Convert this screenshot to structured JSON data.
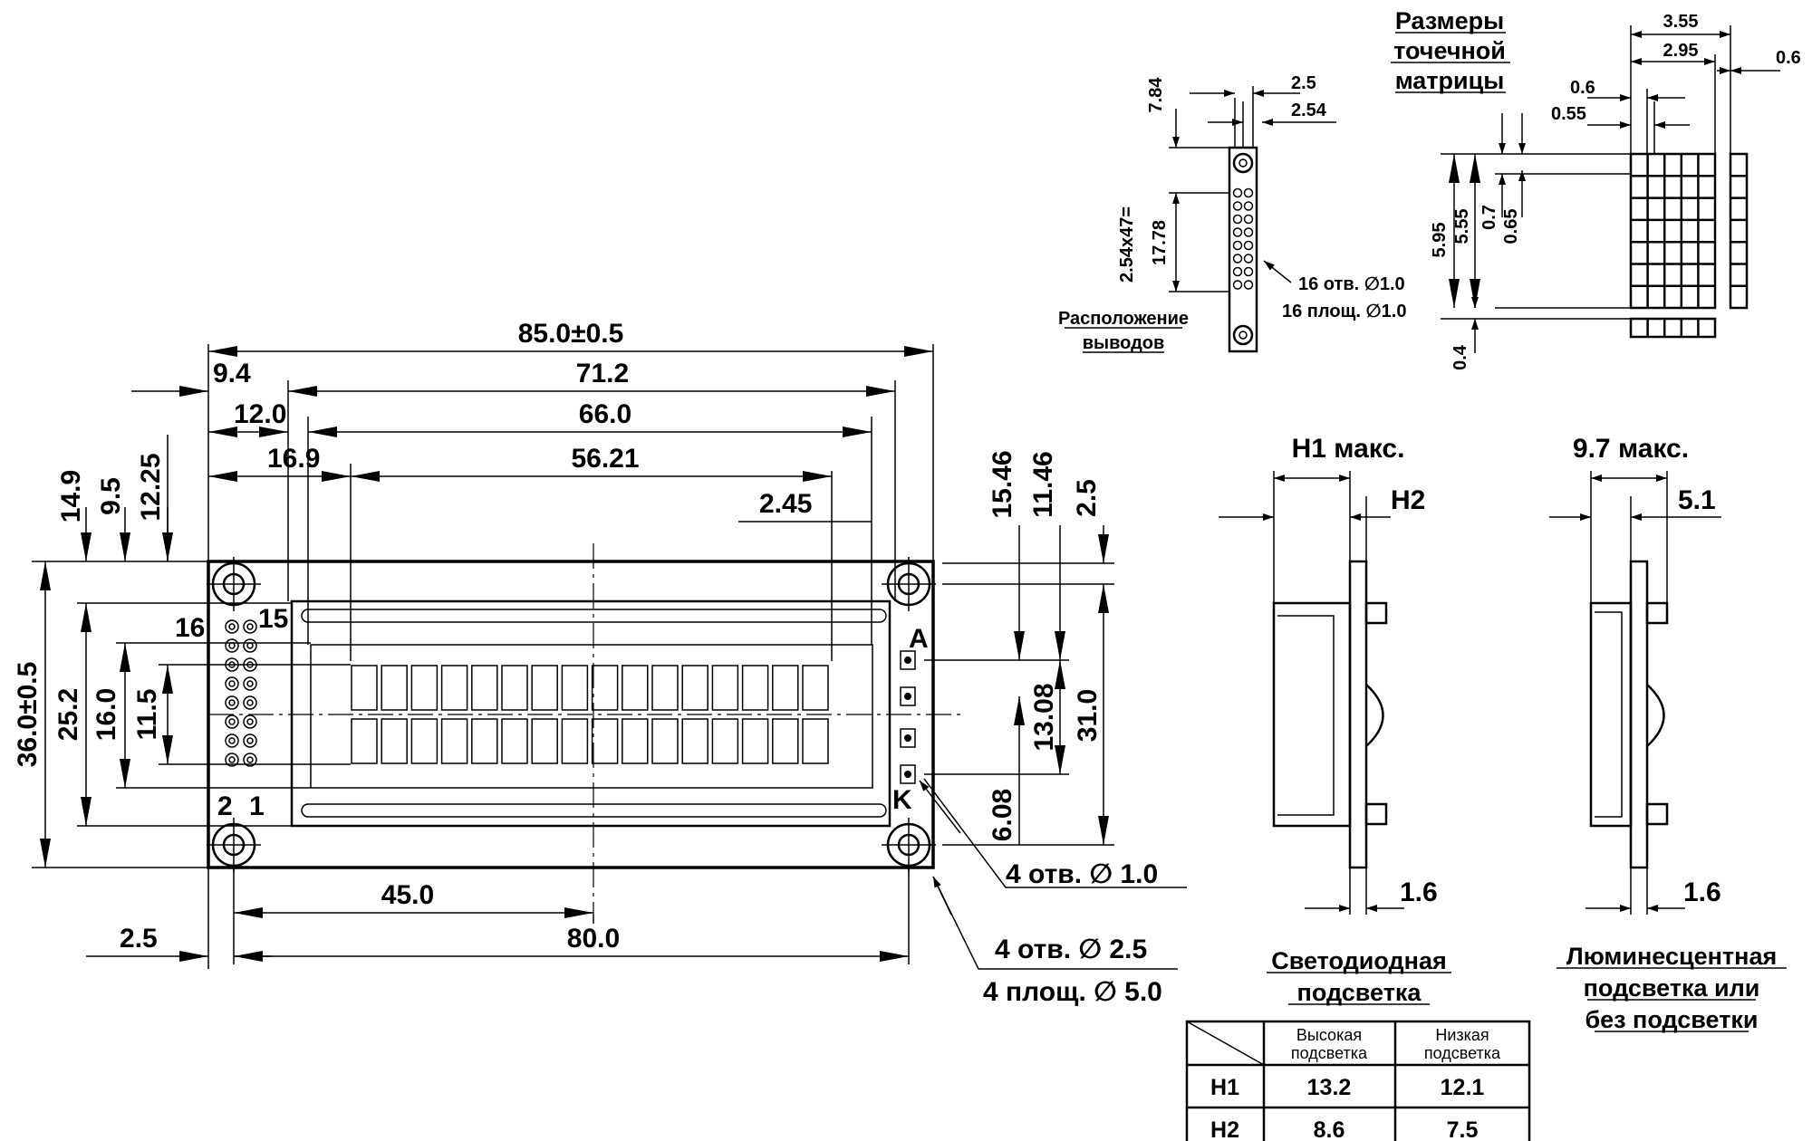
{
  "front_view": {
    "dims": {
      "overall_width": "85.0±0.5",
      "outline_width": "71.2",
      "bezel_width": "66.0",
      "view_width": "56.21",
      "left_offset": "9.4",
      "bezel_offset": "12.0",
      "view_offset": "16.9",
      "right_offset": "2.45",
      "overall_height": "36.0±0.5",
      "bezel_height": "25.2",
      "view_height": "16.0",
      "chars_height": "11.5",
      "top_offset_a": "14.9",
      "top_offset_b": "9.5",
      "top_offset_c": "12.25",
      "right_h_a": "15.46",
      "right_h_b": "11.46",
      "right_h_c": "2.5",
      "led_span": "13.08",
      "led_offset": "6.08",
      "hole_span_v": "31.0",
      "center_x": "45.0",
      "hole_span_h": "80.0",
      "hole_offset": "2.5"
    },
    "pin_labels": {
      "p16": "16",
      "p15": "15",
      "p2": "2",
      "p1": "1"
    },
    "led_labels": {
      "anode": "A",
      "cathode": "K"
    },
    "callouts": {
      "led_holes": "4 отв. ∅ 1.0",
      "mount_holes": "4 отв. ∅ 2.5",
      "mount_pads": "4 площ. ∅ 5.0"
    }
  },
  "pin_layout": {
    "title_line1": "Расположение",
    "title_line2": "выводов",
    "dims": {
      "a": "7.84",
      "b": "2.5",
      "c": "2.54",
      "d": "2.54x47=",
      "e": "17.78"
    },
    "holes": "16 отв. ∅1.0",
    "pads": "16 площ. ∅1.0"
  },
  "dot_matrix": {
    "title_line1": "Размеры",
    "title_line2": "точечной",
    "title_line3": "матрицы",
    "dims": {
      "w_char": "3.55",
      "w_dots": "2.95",
      "gap": "0.6",
      "dot_w": "0.6",
      "dot_pitch": "0.55",
      "h_char": "5.95",
      "h_dots": "5.55",
      "dot_h": "0.7",
      "dot_hp": "0.65",
      "bottom_gap": "0.4"
    }
  },
  "led_side": {
    "h1_label": "H1 макс.",
    "h2_label": "H2",
    "pcb_thickness": "1.6",
    "caption_line1": "Светодиодная",
    "caption_line2": "подсветка"
  },
  "el_side": {
    "max_label": "9.7 макс.",
    "offset_label": "5.1",
    "pcb_thickness": "1.6",
    "caption_line1": "Люминесцентная",
    "caption_line2": "подсветка или",
    "caption_line3": "без подсветки"
  },
  "table": {
    "col1_line1": "Высокая",
    "col1_line2": "подсветка",
    "col2_line1": "Низкая",
    "col2_line2": "подсветка",
    "rows": [
      {
        "label": "H1",
        "high": "13.2",
        "low": "12.1"
      },
      {
        "label": "H2",
        "high": "8.6",
        "low": "7.5"
      }
    ]
  }
}
